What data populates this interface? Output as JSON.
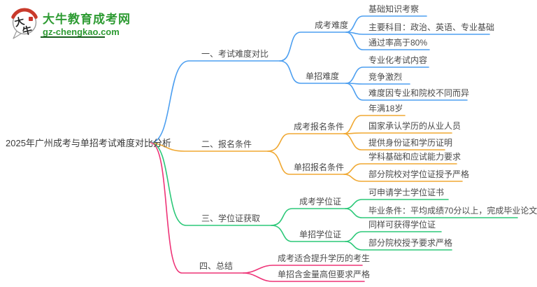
{
  "logo": {
    "brand_name": "大牛教育成考网",
    "domain": "gz-chengkao.com",
    "bubble_char1": "大",
    "bubble_char2": "牛",
    "brand_color": "#2e9b33",
    "underline_color": "#175e1c",
    "seal_color": "#c8352c"
  },
  "root": {
    "title": "2025年广州成考与单招考试难度对比分析"
  },
  "branches": [
    {
      "label": "一、考试难度对比",
      "color": "#4d9ff0",
      "children": [
        {
          "label": "成考难度",
          "children": [
            "基础知识考察",
            "主要科目：政治、英语、专业基础",
            "通过率高于80%"
          ]
        },
        {
          "label": "单招难度",
          "children": [
            "专业化考试内容",
            "竞争激烈",
            "难度因专业和院校不同而异"
          ]
        }
      ]
    },
    {
      "label": "二、报名条件",
      "color": "#f0a832",
      "children": [
        {
          "label": "成考报名条件",
          "children": [
            "年满18岁",
            "国家承认学历的从业人员",
            "提供身份证和学历证明"
          ]
        },
        {
          "label": "单招报名条件",
          "children": [
            "学科基础和应试能力要求",
            "部分院校对学位证授予严格"
          ]
        }
      ]
    },
    {
      "label": "三、学位证获取",
      "color": "#2bc878",
      "children": [
        {
          "label": "成考学位证",
          "children": [
            "可申请学士学位证书",
            "毕业条件：平均成绩70分以上，完成毕业论文"
          ]
        },
        {
          "label": "单招学位证",
          "children": [
            "同样可获得学位证",
            "部分院校授予要求严格"
          ]
        }
      ]
    },
    {
      "label": "四、总结",
      "color": "#ee3377",
      "children": [
        "成考适合提升学历的考生",
        "单招含金量高但要求严格"
      ]
    }
  ]
}
